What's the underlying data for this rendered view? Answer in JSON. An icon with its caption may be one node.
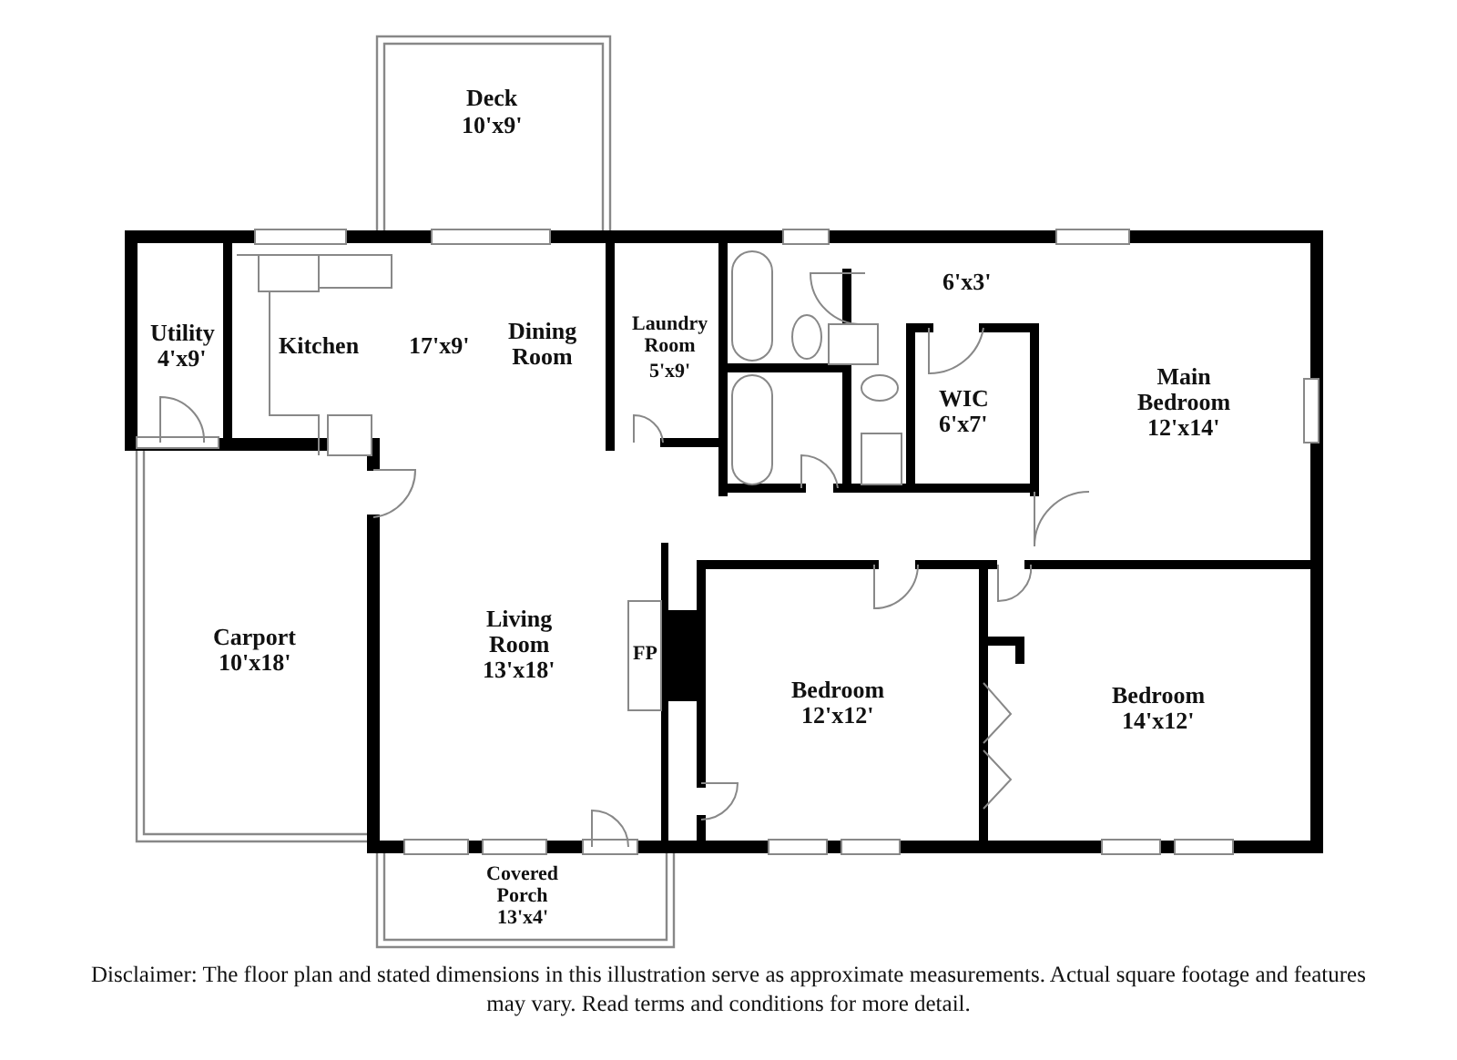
{
  "diagram": {
    "labels": [
      "Deck",
      "10'x9'",
      "Utility",
      "4'x9'",
      "Kitchen",
      "17'x9'",
      "Dining Room",
      "Laundry Room",
      "5'x9'",
      "6'x3'",
      "WIC",
      "6'x7'",
      "Main Bedroom",
      "12'x14'",
      "Carport",
      "10'x18'",
      "Living Room",
      "13'x18'",
      "FP",
      "Bedroom",
      "12'x12'",
      "Bedroom",
      "14'x12'",
      "Covered Porch",
      "13'x4'",
      "Disclaimer: The floor plan and stated dimensions in this illustration serve as approximate measurements. Actual square footage and features may vary. Read terms and conditions for more detail."
    ]
  }
}
